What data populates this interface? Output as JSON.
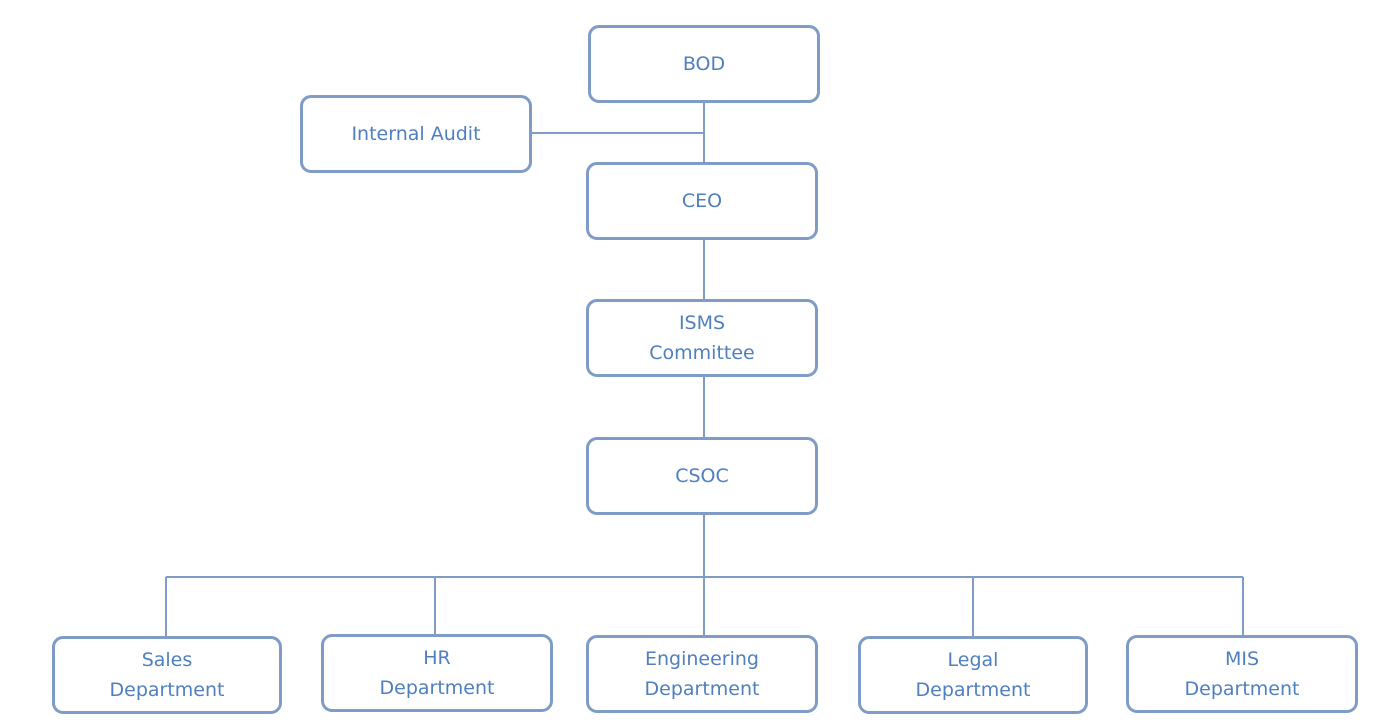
{
  "diagram": {
    "colors": {
      "line": "#7f9cc6",
      "border": "#7f9cc6",
      "text": "#4f7fbf",
      "background": "#ffffff"
    },
    "nodes": {
      "bod": "BOD",
      "internal_audit": "Internal Audit",
      "ceo": "CEO",
      "isms_committee": "ISMS\nCommittee",
      "csoc": "CSOC",
      "sales": "Sales\nDepartment",
      "hr": "HR\nDepartment",
      "engineering": "Engineering\nDepartment",
      "legal": "Legal\nDepartment",
      "mis": "MIS\nDepartment"
    },
    "edges": [
      {
        "from": "bod",
        "to": "ceo"
      },
      {
        "from": "internal_audit",
        "to": "bod-ceo-link"
      },
      {
        "from": "ceo",
        "to": "isms_committee"
      },
      {
        "from": "isms_committee",
        "to": "csoc"
      },
      {
        "from": "csoc",
        "to": "sales"
      },
      {
        "from": "csoc",
        "to": "hr"
      },
      {
        "from": "csoc",
        "to": "engineering"
      },
      {
        "from": "csoc",
        "to": "legal"
      },
      {
        "from": "csoc",
        "to": "mis"
      }
    ]
  }
}
